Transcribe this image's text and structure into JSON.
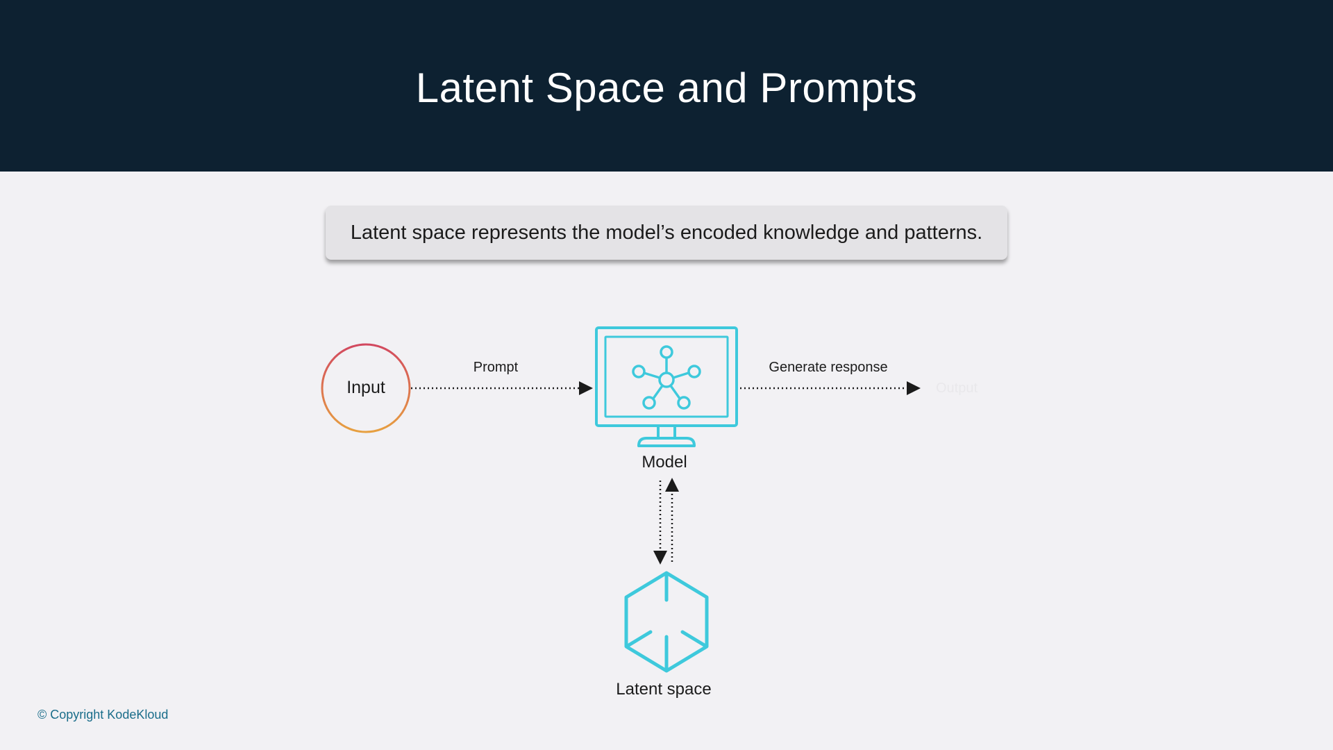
{
  "header": {
    "title": "Latent Space and Prompts"
  },
  "callout": {
    "text": "Latent space represents the model’s encoded knowledge and patterns."
  },
  "diagram": {
    "nodes": {
      "input": "Input",
      "model": "Model",
      "latent_space": "Latent space",
      "output": "Output"
    },
    "edges": {
      "prompt": "Prompt",
      "generate_response": "Generate response"
    }
  },
  "footer": {
    "copyright": "© Copyright KodeKloud"
  },
  "colors": {
    "header_bg": "#0d2131",
    "icon_accent": "#3ec9dc",
    "input_ring_start": "#d2485f",
    "input_ring_end": "#e7a040",
    "copyright": "#1a6d8a"
  },
  "icons": {
    "model": "monitor-network-icon",
    "latent_space": "cube-icon"
  }
}
